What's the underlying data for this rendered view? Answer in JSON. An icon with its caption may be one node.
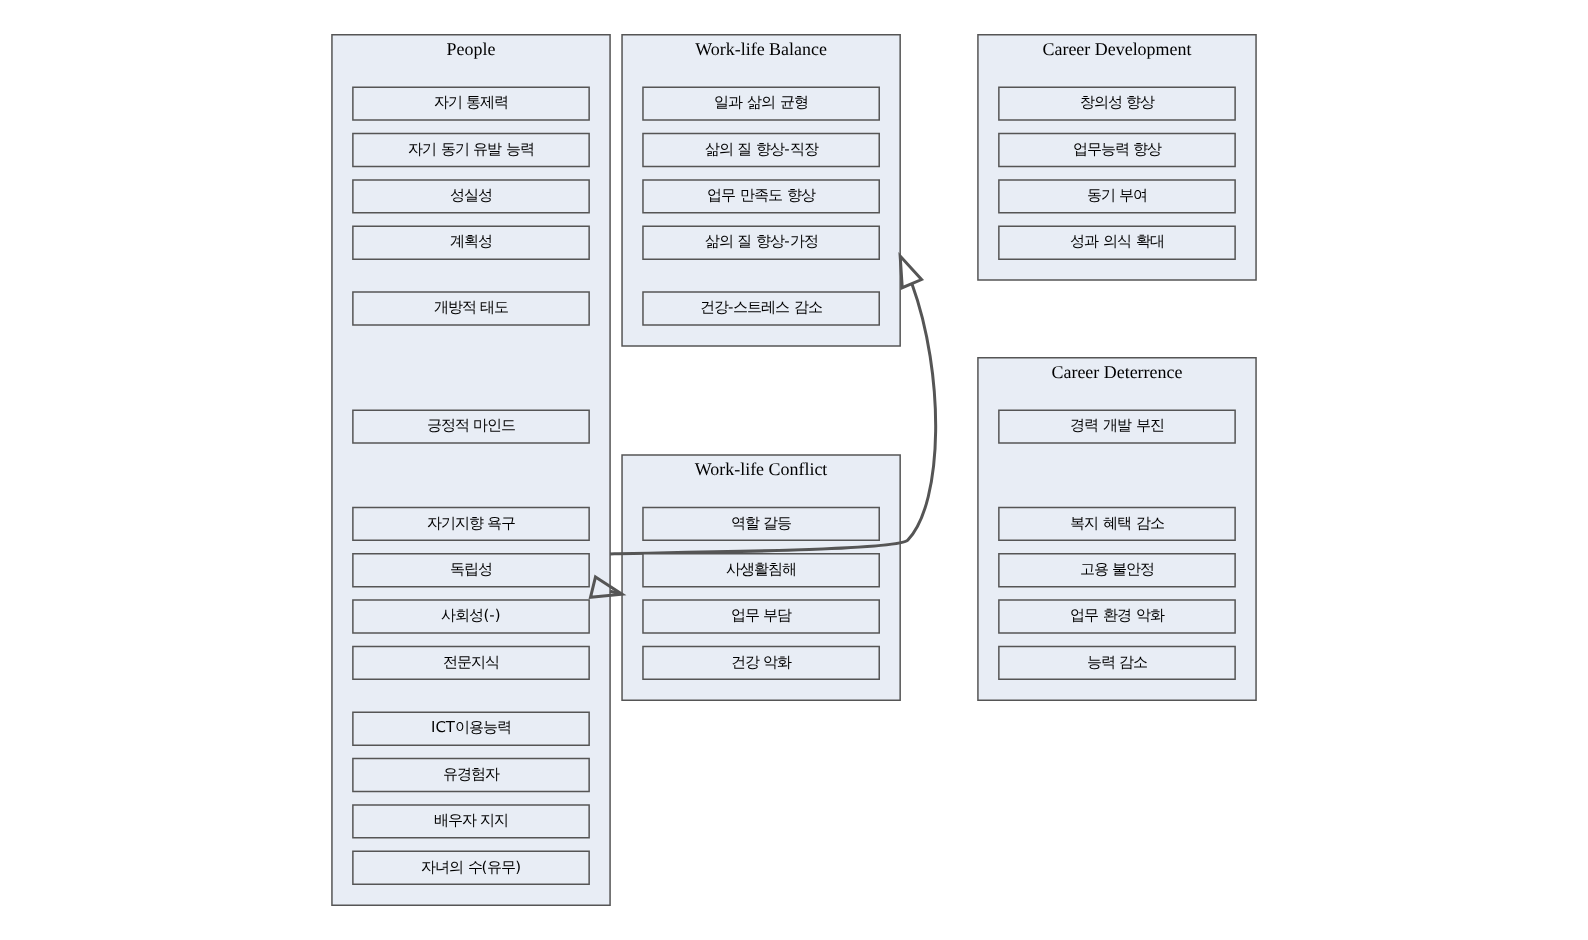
{
  "diagram": {
    "nodes": [
      {
        "text": [
          "People"
        ]
      },
      {
        "text": [
          "자기 통제력"
        ],
        "in": 0
      },
      {
        "text": [
          "자기 동기 유발 능력"
        ],
        "in": 0
      },
      {
        "text": [
          "성실성"
        ],
        "in": 0
      },
      {
        "text": [
          "계획성"
        ],
        "in": 0
      },
      {
        "text": [
          "개방적 태도"
        ],
        "in": 0
      },
      {
        "text": [
          "긍정적 마인드"
        ],
        "in": 0
      },
      {
        "text": [
          "자기지향 욕구"
        ],
        "in": 0
      },
      {
        "text": [
          "독립성"
        ],
        "in": 0
      },
      {
        "text": [
          "사회성(-)"
        ],
        "in": 0
      },
      {
        "text": [
          "전문지식"
        ],
        "in": 0
      },
      {
        "text": [
          "ICT이용능력"
        ],
        "in": 0
      },
      {
        "text": [
          "유경험자"
        ],
        "in": 0
      },
      {
        "text": [
          "배우자 지지"
        ],
        "in": 0
      },
      {
        "text": [
          "자녀의 수(유무)"
        ],
        "in": 0
      },
      {
        "text": [
          "Work-life Balance"
        ]
      },
      {
        "text": [
          "일과 삶의 균형"
        ],
        "in": 15
      },
      {
        "text": [
          "삶의 질 향상-직장"
        ],
        "in": 15
      },
      {
        "text": [
          "업무 만족도 향상"
        ],
        "in": 15
      },
      {
        "text": [
          "삶의 질 향상-가정"
        ],
        "in": 15
      },
      {
        "text": [
          "건강-스트레스 감소"
        ],
        "in": 15
      },
      {
        "text": [
          "Career Development"
        ]
      },
      {
        "text": [
          "창의성 향상"
        ],
        "in": 21
      },
      {
        "text": [
          "업무능력 향상"
        ],
        "in": 21
      },
      {
        "text": [
          "동기 부여"
        ],
        "in": 21
      },
      {
        "text": [
          "성과 의식 확대"
        ],
        "in": 21
      },
      {
        "text": [
          "Work-life Conflict"
        ]
      },
      {
        "text": [
          "역할 갈등"
        ],
        "in": 26
      },
      {
        "text": [
          "사생활침해"
        ],
        "in": 26
      },
      {
        "text": [
          "업무 부담"
        ],
        "in": 26
      },
      {
        "text": [
          "건강 악화"
        ],
        "in": 26
      },
      {
        "text": [
          "Career Deterrence"
        ]
      },
      {
        "text": [
          "경력 개발 부진"
        ],
        "in": 31
      },
      {
        "text": [
          "복지 혜택 감소"
        ],
        "in": 31
      },
      {
        "text": [
          "고용 불안정"
        ],
        "in": 31
      },
      {
        "text": [
          "업무 환경 악화"
        ],
        "in": 31
      },
      {
        "text": [
          "능력 감소"
        ],
        "in": 31
      }
    ],
    "edges": [
      {
        "from": 0,
        "to": 15,
        "arrow": "to"
      },
      {
        "from": 0,
        "to": 26,
        "arrow": "to"
      }
    ]
  }
}
